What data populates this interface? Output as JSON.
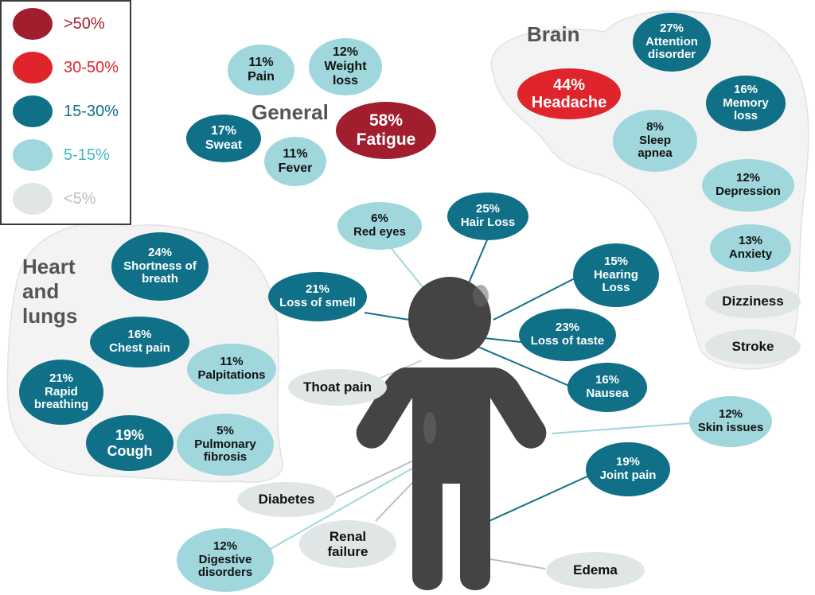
{
  "legend": {
    "items": [
      {
        "label": ">50%",
        "color": "#a01e2e",
        "text_color": "#a01e2e"
      },
      {
        "label": "30-50%",
        "color": "#e0242b",
        "text_color": "#e0242b"
      },
      {
        "label": "15-30%",
        "color": "#0f7088",
        "text_color": "#0f7088"
      },
      {
        "label": "5-15%",
        "color": "#9fd7dc",
        "text_color": "#3fb8c4"
      },
      {
        "label": "<5%",
        "color": "#dfe6e5",
        "text_color": "#b8c0bf"
      }
    ]
  },
  "groups": {
    "general": "General",
    "brain": "Brain",
    "heart_lines": [
      "Heart",
      "and",
      "lungs"
    ]
  },
  "symptoms": {
    "pain": {
      "pct": "11%",
      "name": "Pain"
    },
    "weight_loss": {
      "pct": "12%",
      "name": "Weight loss"
    },
    "sweat": {
      "pct": "17%",
      "name": "Sweat"
    },
    "fatigue": {
      "pct": "58%",
      "name": "Fatigue"
    },
    "fever": {
      "pct": "11%",
      "name": "Fever"
    },
    "attention": {
      "pct": "27%",
      "name": "Attention disorder"
    },
    "headache": {
      "pct": "44%",
      "name": "Headache"
    },
    "memory": {
      "pct": "16%",
      "name": "Memory loss"
    },
    "sleep": {
      "pct": "8%",
      "name": "Sleep apnea"
    },
    "depression": {
      "pct": "12%",
      "name": "Depression"
    },
    "anxiety": {
      "pct": "13%",
      "name": "Anxiety"
    },
    "dizziness": {
      "name": "Dizziness"
    },
    "stroke": {
      "name": "Stroke"
    },
    "shortness": {
      "pct": "24%",
      "name": "Shortness of breath"
    },
    "chest": {
      "pct": "16%",
      "name": "Chest pain"
    },
    "palpitations": {
      "pct": "11%",
      "name": "Palpitations"
    },
    "rapid": {
      "pct": "21%",
      "name": "Rapid breathing"
    },
    "cough": {
      "pct": "19%",
      "name": "Cough"
    },
    "fibrosis": {
      "pct": "5%",
      "name": "Pulmonary fibrosis"
    },
    "red_eyes": {
      "pct": "6%",
      "name": "Red eyes"
    },
    "hair_loss": {
      "pct": "25%",
      "name": "Hair Loss"
    },
    "smell": {
      "pct": "21%",
      "name": "Loss of smell"
    },
    "hearing": {
      "pct": "15%",
      "name": "Hearing Loss"
    },
    "taste": {
      "pct": "23%",
      "name": "Loss of taste"
    },
    "nausea": {
      "pct": "16%",
      "name": "Nausea"
    },
    "throat": {
      "name": "Thoat pain"
    },
    "skin": {
      "pct": "12%",
      "name": "Skin issues"
    },
    "joint": {
      "pct": "19%",
      "name": "Joint pain"
    },
    "diabetes": {
      "name": "Diabetes"
    },
    "renal": {
      "name": "Renal failure"
    },
    "digestive": {
      "pct": "12%",
      "name": "Digestive disorders"
    },
    "edema": {
      "name": "Edema"
    }
  }
}
